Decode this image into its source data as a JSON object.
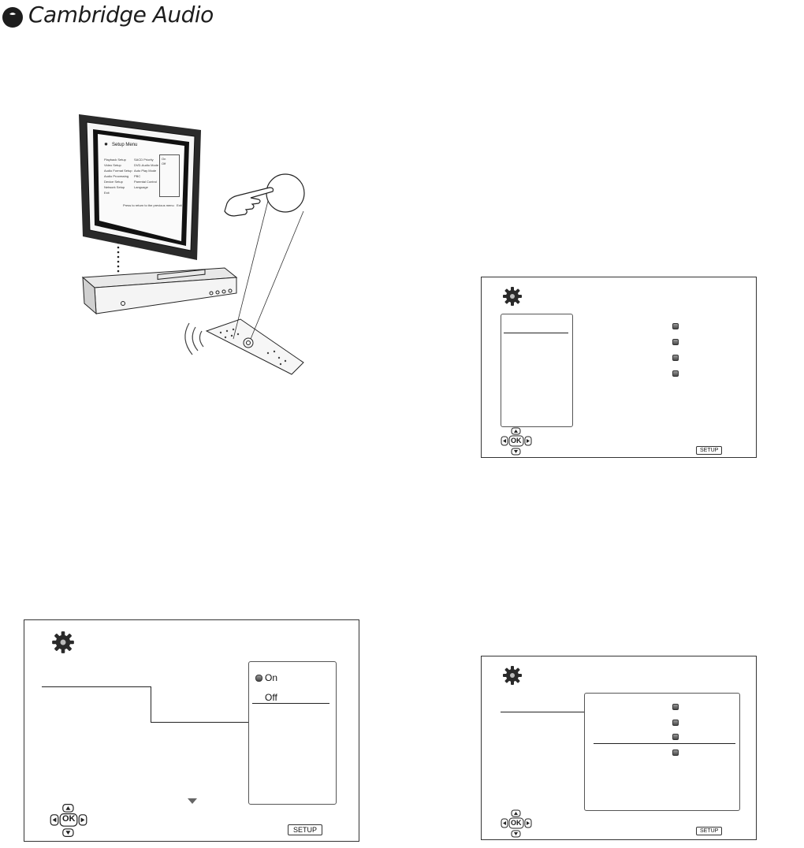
{
  "brand": {
    "name": "Cambridge Audio"
  },
  "tv_screen": {
    "title": "Setup Menu",
    "left_menu": [
      "Playback Setup",
      "Video Setup",
      "Audio Format Setup",
      "Audio Processing",
      "Device Setup",
      "Network Setup",
      "Exit"
    ],
    "middle_menu": [
      "SACD Priority",
      "DVD-Audio Mode",
      "Auto Play Mode",
      "PBC",
      "Parental Control",
      "Language"
    ],
    "options": [
      "On",
      "Off"
    ],
    "footer": "Press to return to the previous menu",
    "exit_label": "Exit"
  },
  "panel_bottom_left": {
    "options": [
      "On",
      "Off"
    ],
    "setup_key": "SETUP",
    "ok_label": "OK"
  },
  "panel_top_right": {
    "setup_key": "SETUP",
    "ok_label": "OK"
  },
  "panel_bottom_right": {
    "setup_key": "SETUP",
    "ok_label": "OK"
  },
  "colors": {
    "line": "#222222",
    "screen_bezel": "#2a2a2a"
  }
}
